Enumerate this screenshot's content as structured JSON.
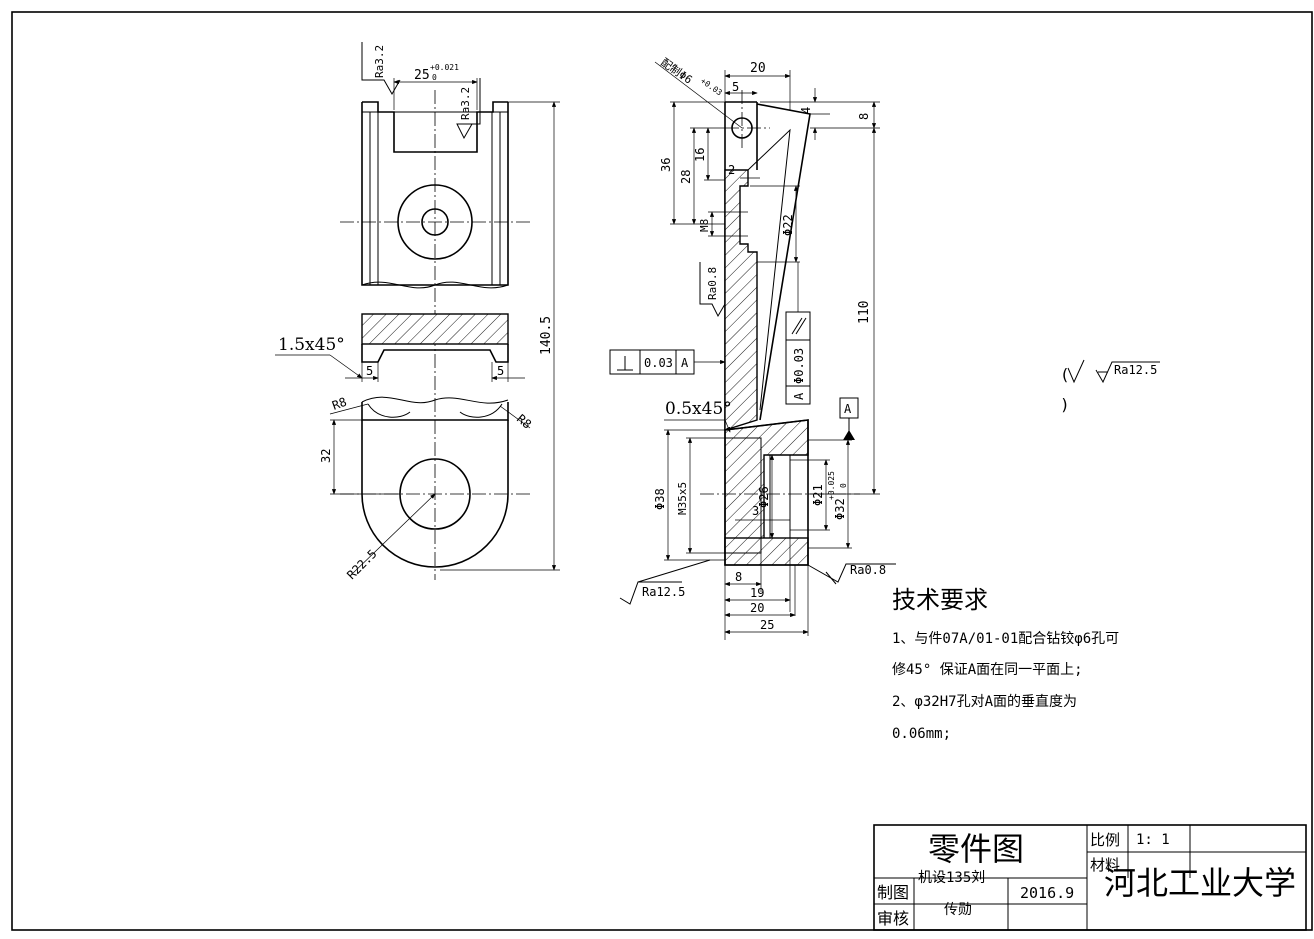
{
  "view_left": {
    "top_tol": "+0.021",
    "top_dim": "25",
    "top_dim_sub": "0",
    "rough_top_left": "Ra3.2",
    "rough_top_right": "Ra3.2",
    "height_dim": "140.5",
    "chamfer": "1.5x45°",
    "dim_5_left": "5",
    "dim_5_right": "5",
    "r8_left": "R8",
    "r8_right": "R8",
    "dim_32": "32",
    "r22": "R22.5"
  },
  "view_right": {
    "note_hole": "配制Φ6",
    "note_hole_tol": "+0.03",
    "note_hole_sub": "0",
    "dim_20_top": "20",
    "dim_5_top": "5",
    "dim_4": "4",
    "dim_8_right": "8",
    "dim_36": "36",
    "dim_28": "28",
    "dim_16": "16",
    "dim_2": "2",
    "dim_m8": "M8",
    "dim_phi22": "Φ22",
    "dim_110": "110",
    "rough_ra08_left": "Ra0.8",
    "tol_perp_value": "0.03",
    "tol_perp_datum": "A",
    "tol_par_value": "Φ0.03",
    "tol_par_datum": "A",
    "chamfer": "0.5x45°",
    "datum_a": "A",
    "dim_phi38": "Φ38",
    "dim_m35": "M35x5",
    "dim_phi26": "Φ26",
    "dim_3": "3",
    "dim_phi21": "Φ21",
    "dim_phi32": "Φ32",
    "dim_phi32_tol": "+0.025",
    "dim_phi32_sub": "0",
    "rough_ra125": "Ra12.5",
    "rough_ra08_right": "Ra0.8",
    "dim_8": "8",
    "dim_19": "19",
    "dim_20_bottom": "20",
    "dim_25": "25"
  },
  "rest_roughness": {
    "open": "(",
    "close": ")",
    "value": "Ra12.5"
  },
  "tech_req": {
    "title": "技术要求",
    "line1": "1、与件07A/01-01配合钻铰φ6孔可",
    "line2": "修45° 保证A面在同一平面上;",
    "line3": "2、φ32H7孔对A面的垂直度为",
    "line4": "0.06mm;"
  },
  "title_block": {
    "part_title": "零件图",
    "scale_label": "比例",
    "scale_value": "1: 1",
    "material_label": "材料",
    "school": "河北工业大学",
    "draw_label": "制图",
    "check_label": "审核",
    "drawer": "机设135刘",
    "drawer2": "传勋",
    "date": "2016.9"
  }
}
